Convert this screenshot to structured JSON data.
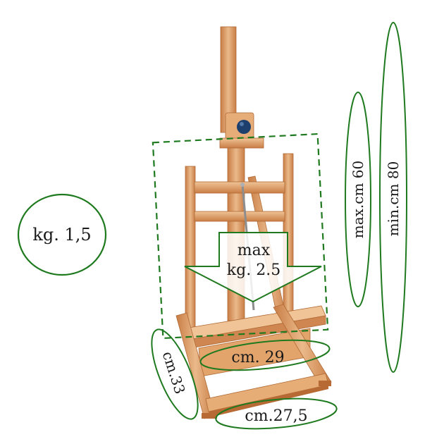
{
  "labels": {
    "weight": "kg. 1,5",
    "max_load_line1": "max",
    "max_load_line2": "kg. 2.5",
    "max_height": "max.cm 60",
    "min_height": "min.cm 80",
    "tray_width": "cm. 29",
    "depth": "cm.33",
    "base_width": "cm.27,5"
  },
  "colors": {
    "outline": "#1f7a1f",
    "wood_light": "#e9b785",
    "wood_mid": "#d9935a",
    "wood_dark": "#b86a35",
    "knob": "#1d3f6e"
  },
  "icons": [
    "easel-illustration",
    "weight-circle",
    "load-arrow"
  ]
}
